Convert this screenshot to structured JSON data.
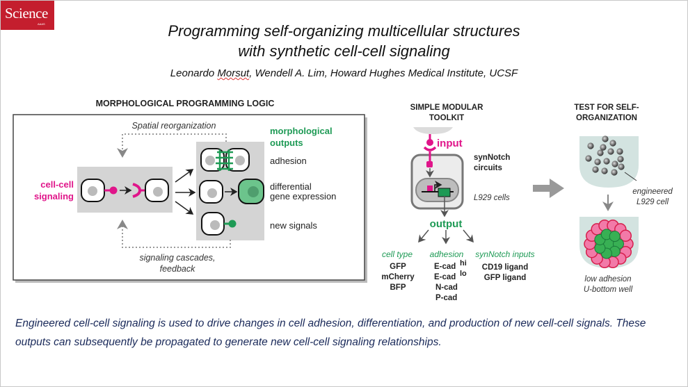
{
  "brand": {
    "logo_text": "Science",
    "logo_sub": "AAAS",
    "brand_color": "#c41e2e"
  },
  "header": {
    "title_line1": "Programming self-organizing multicellular structures",
    "title_line2": "with synthetic cell-cell signaling",
    "author1": "Leonardo ",
    "author1_surname": "Morsut",
    "authors_rest": ", Wendell A. Lim, Howard Hughes Medical Institute,  UCSF"
  },
  "logic_panel": {
    "title": "MORPHOLOGICAL PROGRAMMING LOGIC",
    "spatial_label": "Spatial reorganization",
    "input_label_line1": "cell-cell",
    "input_label_line2": "signaling",
    "outputs_title_line1": "morphological",
    "outputs_title_line2": "outputs",
    "outputs": [
      "adhesion",
      "differential",
      "gene expression",
      "new signals"
    ],
    "feedback_line1": "signaling cascades,",
    "feedback_line2": "feedback"
  },
  "toolkit_panel": {
    "title_line1": "SIMPLE MODULAR",
    "title_line2": "TOOLKIT",
    "input_label": "input",
    "circuit_line1": "synNotch",
    "circuit_line2": "circuits",
    "cell_label": "L929 cells",
    "output_label": "output",
    "categories": [
      {
        "name": "cell type",
        "items": [
          "GFP",
          "mCherry",
          "BFP"
        ]
      },
      {
        "name": "adhesion",
        "items": [
          "E-cad",
          "E-cad",
          "N-cad",
          "P-cad"
        ],
        "superscripts": [
          "hi",
          "lo"
        ]
      },
      {
        "name": "synNotch inputs",
        "items": [
          "CD19 ligand",
          "GFP ligand"
        ]
      }
    ]
  },
  "test_panel": {
    "title_line1": "TEST FOR SELF-",
    "title_line2": "ORGANIZATION",
    "cell_label_line1": "engineered",
    "cell_label_line2": "L929 cell",
    "well_label_line1": "low adhesion",
    "well_label_line2": "U-bottom well"
  },
  "colors": {
    "magenta": "#e0158a",
    "green": "#1e9a55",
    "gray_box": "#d4d4d4",
    "caption": "#1a2a5a"
  },
  "caption": "Engineered cell-cell signaling is used to drive changes in cell adhesion, differentiation, and production of new cell-cell signals. These outputs can subsequently be propagated to generate new cell-cell signaling relationships."
}
